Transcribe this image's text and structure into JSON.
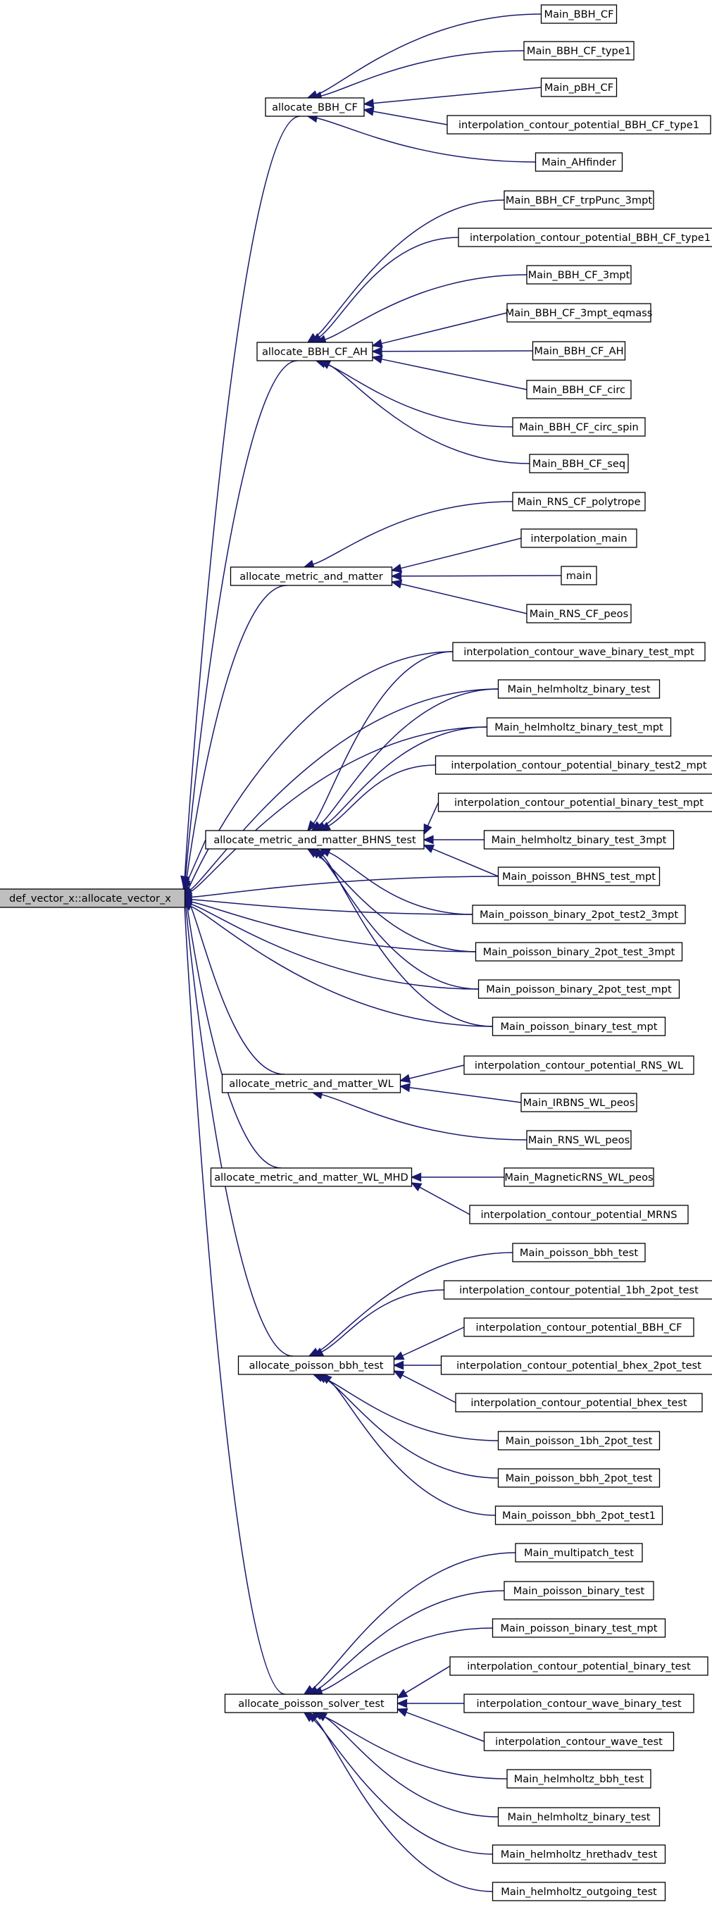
{
  "diagram": {
    "type": "doxygen-caller-graph",
    "edge_color": "#191970",
    "root_fill": "#bfbfbf",
    "node_fill": "#ffffff",
    "root": "def_vector_x::allocate_vector_x",
    "groups": [
      {
        "name": "allocate_BBH_CF",
        "callers": [
          "Main_BBH_CF",
          "Main_BBH_CF_type1",
          "Main_pBH_CF",
          "interpolation_contour_potential_BBH_CF_type1",
          "Main_AHfinder"
        ]
      },
      {
        "name": "allocate_BBH_CF_AH",
        "callers": [
          "Main_BBH_CF_trpPunc_3mpt",
          "interpolation_contour_potential_BBH_CF_type1",
          "Main_BBH_CF_3mpt",
          "Main_BBH_CF_3mpt_eqmass",
          "Main_BBH_CF_AH",
          "Main_BBH_CF_circ",
          "Main_BBH_CF_circ_spin",
          "Main_BBH_CF_seq"
        ]
      },
      {
        "name": "allocate_metric_and_matter",
        "callers": [
          "Main_RNS_CF_polytrope",
          "interpolation_main",
          "main",
          "Main_RNS_CF_peos"
        ]
      },
      {
        "name": "allocate_metric_and_matter_BHNS_test",
        "callers": [
          "interpolation_contour_wave_binary_test_mpt",
          "Main_helmholtz_binary_test",
          "Main_helmholtz_binary_test_mpt",
          "interpolation_contour_potential_binary_test2_mpt",
          "interpolation_contour_potential_binary_test_mpt",
          "Main_helmholtz_binary_test_3mpt",
          "Main_poisson_BHNS_test_mpt",
          "Main_poisson_binary_2pot_test2_3mpt",
          "Main_poisson_binary_2pot_test_3mpt",
          "Main_poisson_binary_2pot_test_mpt",
          "Main_poisson_binary_test_mpt"
        ]
      },
      {
        "name": "allocate_metric_and_matter_WL",
        "callers": [
          "interpolation_contour_potential_RNS_WL",
          "Main_IRBNS_WL_peos",
          "Main_RNS_WL_peos"
        ]
      },
      {
        "name": "allocate_metric_and_matter_WL_MHD",
        "callers": [
          "Main_MagneticRNS_WL_peos",
          "interpolation_contour_potential_MRNS"
        ]
      },
      {
        "name": "allocate_poisson_bbh_test",
        "callers": [
          "Main_poisson_bbh_test",
          "interpolation_contour_potential_1bh_2pot_test",
          "interpolation_contour_potential_BBH_CF",
          "interpolation_contour_potential_bhex_2pot_test",
          "interpolation_contour_potential_bhex_test",
          "Main_poisson_1bh_2pot_test",
          "Main_poisson_bbh_2pot_test",
          "Main_poisson_bbh_2pot_test1"
        ]
      },
      {
        "name": "allocate_poisson_solver_test",
        "callers": [
          "Main_multipatch_test",
          "Main_poisson_binary_test",
          "Main_poisson_binary_test_mpt",
          "interpolation_contour_potential_binary_test",
          "interpolation_contour_wave_binary_test",
          "interpolation_contour_wave_test",
          "Main_helmholtz_bbh_test",
          "Main_helmholtz_binary_test",
          "Main_helmholtz_hrethadv_test",
          "Main_helmholtz_outgoing_test"
        ]
      }
    ],
    "direct_root_callers": [
      "interpolation_contour_wave_binary_test_mpt",
      "Main_helmholtz_binary_test",
      "Main_helmholtz_binary_test_mpt",
      "Main_poisson_BHNS_test_mpt",
      "Main_poisson_binary_2pot_test2_3mpt",
      "Main_poisson_binary_2pot_test_3mpt",
      "Main_poisson_binary_2pot_test_mpt",
      "Main_poisson_binary_test_mpt"
    ]
  }
}
